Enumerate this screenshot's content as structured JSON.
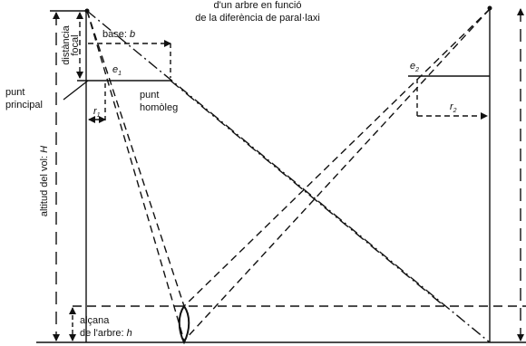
{
  "title": {
    "line1": "d'un arbre en funció",
    "line2": "de la diferència de paral·laxi"
  },
  "labels": {
    "focal_distance_line1": "distància",
    "focal_distance_line2": "focal",
    "base": "base: ",
    "base_var": "b",
    "principal_point_line1": "punt",
    "principal_point_line2": "principal",
    "homologous_point_line1": "punt",
    "homologous_point_line2": "homòleg",
    "flight_altitude": "altitud del vol: ",
    "flight_altitude_var": "H",
    "tree_height_line1": "alçana",
    "tree_height_line2": "de l'arbre: ",
    "tree_height_var": "h",
    "e1_letter": "e",
    "e1_sub": "1",
    "e2_letter": "e",
    "e2_sub": "2",
    "r1_letter": "r",
    "r1_sub": "1",
    "r2_letter": "r",
    "r2_sub": "2"
  },
  "colors": {
    "ink": "#111111",
    "background": "#ffffff"
  }
}
